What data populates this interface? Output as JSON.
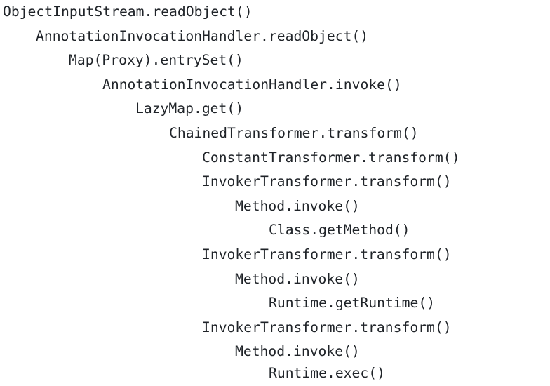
{
  "call_chain": {
    "lines": [
      "ObjectInputStream.readObject()",
      "AnnotationInvocationHandler.readObject()",
      "Map(Proxy).entrySet()",
      "AnnotationInvocationHandler.invoke()",
      "LazyMap.get()",
      "ChainedTransformer.transform()",
      "ConstantTransformer.transform()",
      "InvokerTransformer.transform()",
      "Method.invoke()",
      "Class.getMethod()",
      "InvokerTransformer.transform()",
      "Method.invoke()",
      "Runtime.getRuntime()",
      "InvokerTransformer.transform()",
      "Method.invoke()",
      "Runtime.exec()"
    ]
  }
}
